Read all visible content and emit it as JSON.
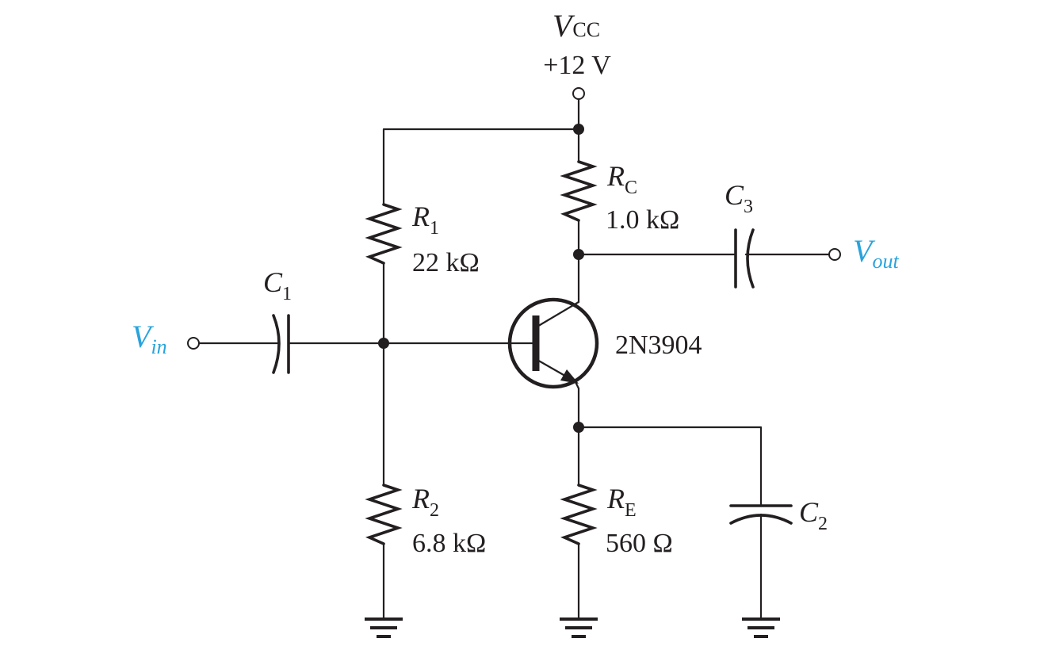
{
  "supply": {
    "symbol": "V",
    "subscript": "CC",
    "voltage": "+12 V"
  },
  "input": {
    "symbol": "V",
    "subscript": "in"
  },
  "output": {
    "symbol": "V",
    "subscript": "out"
  },
  "transistor": {
    "part": "2N3904"
  },
  "components": {
    "r1": {
      "symbol": "R",
      "subscript": "1",
      "value": "22 kΩ"
    },
    "r2": {
      "symbol": "R",
      "subscript": "2",
      "value": "6.8 kΩ"
    },
    "rc": {
      "symbol": "R",
      "subscript": "C",
      "value": "1.0 kΩ"
    },
    "re": {
      "symbol": "R",
      "subscript": "E",
      "value": "560 Ω"
    },
    "c1": {
      "symbol": "C",
      "subscript": "1"
    },
    "c2": {
      "symbol": "C",
      "subscript": "2"
    },
    "c3": {
      "symbol": "C",
      "subscript": "3"
    }
  },
  "colors": {
    "ink": "#231f20",
    "io_label": "#29a3dc"
  }
}
